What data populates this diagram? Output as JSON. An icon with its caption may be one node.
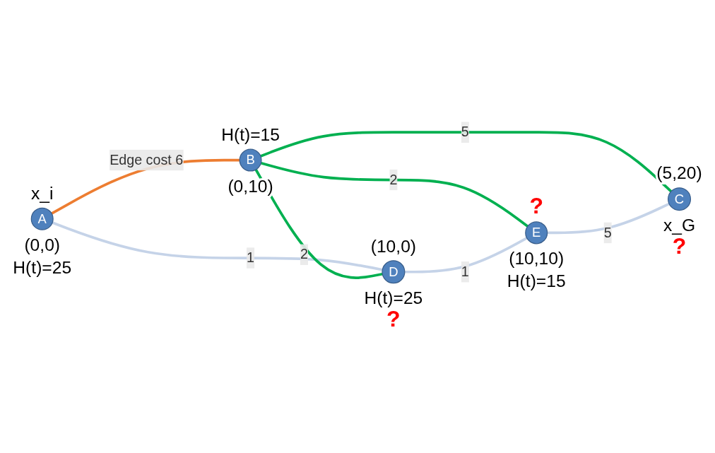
{
  "diagram": {
    "nodes": [
      {
        "text": [
          "A"
        ],
        "beside": [
          "x_i",
          "(0,0)",
          "H(t)=25"
        ]
      },
      {
        "text": [
          "B"
        ],
        "beside": [
          "H(t)=15",
          "(0,10)"
        ]
      },
      {
        "text": [
          "C"
        ],
        "beside": [
          "(5,20)",
          "x_G",
          "?"
        ]
      },
      {
        "text": [
          "D"
        ],
        "beside": [
          "(10,0)",
          "H(t)=25",
          "?"
        ]
      },
      {
        "text": [
          "E"
        ],
        "beside": [
          "?",
          "(10,10)",
          "H(t)=15"
        ]
      }
    ],
    "edges": [
      {
        "from": 0,
        "to": 1,
        "arrow": "none",
        "label": "Edge cost 6",
        "color": "#ed7d31"
      },
      {
        "from": 0,
        "to": 3,
        "arrow": "none",
        "label": "1",
        "color": "#c5d3e8"
      },
      {
        "from": 1,
        "to": 3,
        "arrow": "none",
        "label": "2",
        "color": "#00b050"
      },
      {
        "from": 1,
        "to": 4,
        "arrow": "none",
        "label": "2",
        "color": "#00b050"
      },
      {
        "from": 1,
        "to": 2,
        "arrow": "none",
        "label": "5",
        "color": "#00b050"
      },
      {
        "from": 3,
        "to": 4,
        "arrow": "none",
        "label": "1",
        "color": "#c5d3e8"
      },
      {
        "from": 4,
        "to": 2,
        "arrow": "none",
        "label": "5",
        "color": "#c5d3e8"
      }
    ]
  }
}
